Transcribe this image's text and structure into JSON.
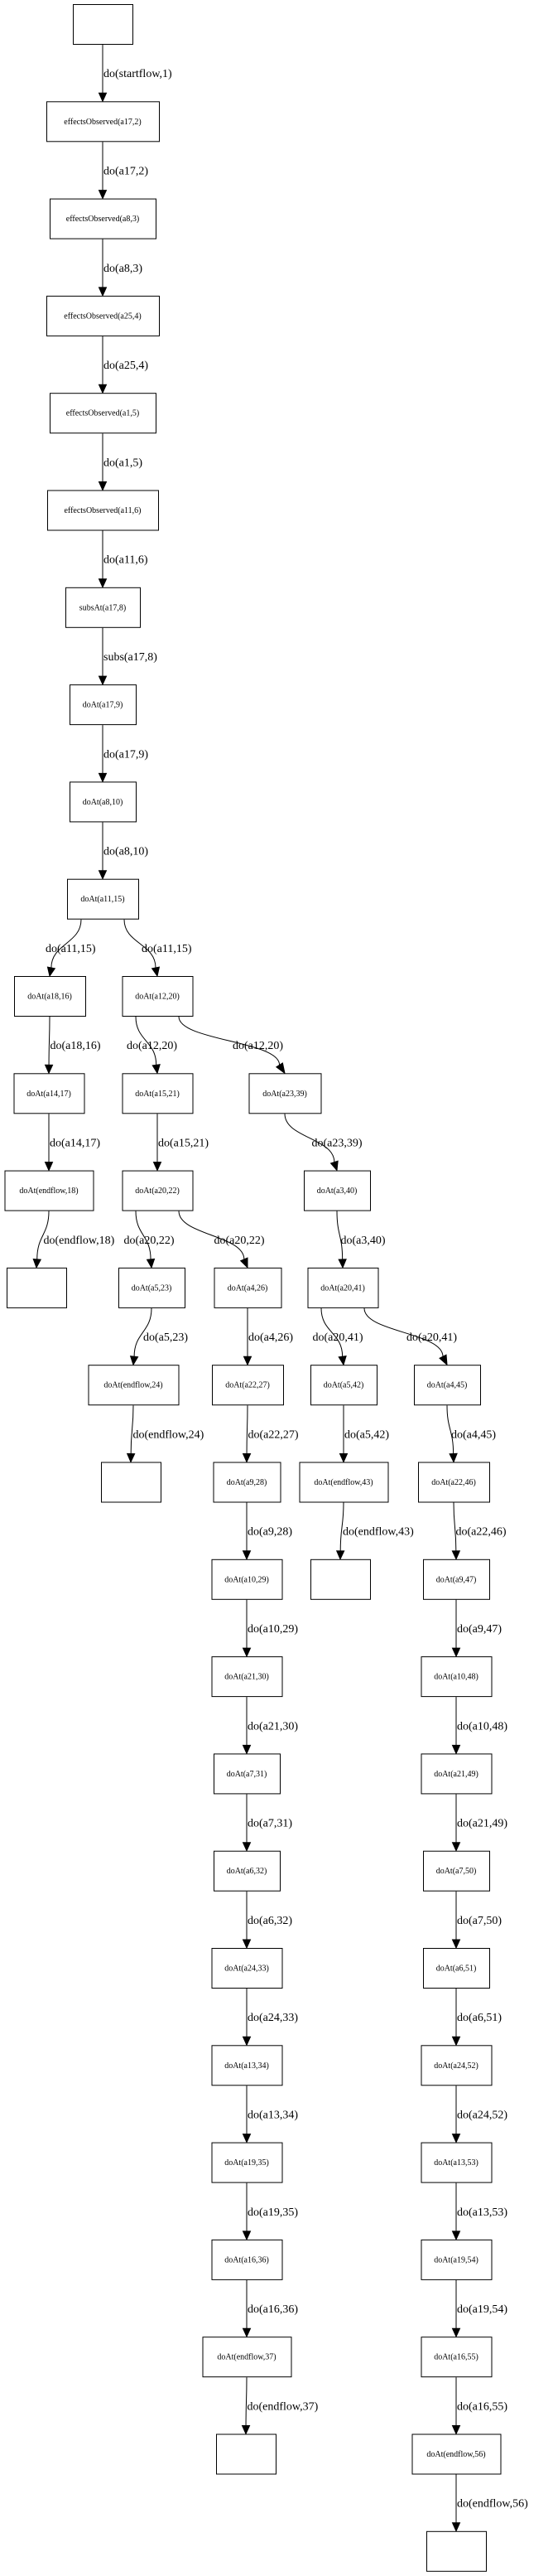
{
  "diagram": {
    "type": "directed-graph",
    "nodes": [
      {
        "id": "n0",
        "label": ""
      },
      {
        "id": "n1",
        "label": "effectsObserved(a17,2)"
      },
      {
        "id": "n2",
        "label": "effectsObserved(a8,3)"
      },
      {
        "id": "n3",
        "label": "effectsObserved(a25,4)"
      },
      {
        "id": "n4",
        "label": "effectsObserved(a1,5)"
      },
      {
        "id": "n5",
        "label": "effectsObserved(a11,6)"
      },
      {
        "id": "n6",
        "label": "subsAt(a17,8)"
      },
      {
        "id": "n7",
        "label": "doAt(a17,9)"
      },
      {
        "id": "n8",
        "label": "doAt(a8,10)"
      },
      {
        "id": "n9",
        "label": "doAt(a11,15)"
      },
      {
        "id": "n10",
        "label": "doAt(a18,16)"
      },
      {
        "id": "n11",
        "label": "doAt(a12,20)"
      },
      {
        "id": "n12",
        "label": "doAt(a14,17)"
      },
      {
        "id": "n13",
        "label": "doAt(a15,21)"
      },
      {
        "id": "n14",
        "label": "doAt(a23,39)"
      },
      {
        "id": "n15",
        "label": "doAt(endflow,18)"
      },
      {
        "id": "n16",
        "label": "doAt(a20,22)"
      },
      {
        "id": "n17",
        "label": "doAt(a3,40)"
      },
      {
        "id": "n18",
        "label": ""
      },
      {
        "id": "n19",
        "label": "doAt(a5,23)"
      },
      {
        "id": "n20",
        "label": "doAt(a4,26)"
      },
      {
        "id": "n21",
        "label": "doAt(a20,41)"
      },
      {
        "id": "n22",
        "label": "doAt(endflow,24)"
      },
      {
        "id": "n23",
        "label": "doAt(a22,27)"
      },
      {
        "id": "n24",
        "label": "doAt(a5,42)"
      },
      {
        "id": "n25",
        "label": "doAt(a4,45)"
      },
      {
        "id": "n26",
        "label": ""
      },
      {
        "id": "n27",
        "label": "doAt(a9,28)"
      },
      {
        "id": "n28",
        "label": "doAt(endflow,43)"
      },
      {
        "id": "n29",
        "label": "doAt(a22,46)"
      },
      {
        "id": "n30",
        "label": "doAt(a10,29)"
      },
      {
        "id": "n31",
        "label": ""
      },
      {
        "id": "n32",
        "label": "doAt(a9,47)"
      },
      {
        "id": "n33",
        "label": "doAt(a21,30)"
      },
      {
        "id": "n34",
        "label": "doAt(a10,48)"
      },
      {
        "id": "n35",
        "label": "doAt(a7,31)"
      },
      {
        "id": "n36",
        "label": "doAt(a21,49)"
      },
      {
        "id": "n37",
        "label": "doAt(a6,32)"
      },
      {
        "id": "n38",
        "label": "doAt(a7,50)"
      },
      {
        "id": "n39",
        "label": "doAt(a24,33)"
      },
      {
        "id": "n40",
        "label": "doAt(a6,51)"
      },
      {
        "id": "n41",
        "label": "doAt(a13,34)"
      },
      {
        "id": "n42",
        "label": "doAt(a24,52)"
      },
      {
        "id": "n43",
        "label": "doAt(a19,35)"
      },
      {
        "id": "n44",
        "label": "doAt(a13,53)"
      },
      {
        "id": "n45",
        "label": "doAt(a16,36)"
      },
      {
        "id": "n46",
        "label": "doAt(a19,54)"
      },
      {
        "id": "n47",
        "label": "doAt(endflow,37)"
      },
      {
        "id": "n48",
        "label": "doAt(a16,55)"
      },
      {
        "id": "n49",
        "label": ""
      },
      {
        "id": "n50",
        "label": "doAt(endflow,56)"
      },
      {
        "id": "n51",
        "label": ""
      }
    ],
    "edges": [
      {
        "from": "n0",
        "to": "n1",
        "label": "do(startflow,1)"
      },
      {
        "from": "n1",
        "to": "n2",
        "label": "do(a17,2)"
      },
      {
        "from": "n2",
        "to": "n3",
        "label": "do(a8,3)"
      },
      {
        "from": "n3",
        "to": "n4",
        "label": "do(a25,4)"
      },
      {
        "from": "n4",
        "to": "n5",
        "label": "do(a1,5)"
      },
      {
        "from": "n5",
        "to": "n6",
        "label": "do(a11,6)"
      },
      {
        "from": "n6",
        "to": "n7",
        "label": "subs(a17,8)"
      },
      {
        "from": "n7",
        "to": "n8",
        "label": "do(a17,9)"
      },
      {
        "from": "n8",
        "to": "n9",
        "label": "do(a8,10)"
      },
      {
        "from": "n9",
        "to": "n10",
        "label": "do(a11,15)"
      },
      {
        "from": "n9",
        "to": "n11",
        "label": "do(a11,15)"
      },
      {
        "from": "n10",
        "to": "n12",
        "label": "do(a18,16)"
      },
      {
        "from": "n11",
        "to": "n13",
        "label": "do(a12,20)"
      },
      {
        "from": "n11",
        "to": "n14",
        "label": "do(a12,20)"
      },
      {
        "from": "n12",
        "to": "n15",
        "label": "do(a14,17)"
      },
      {
        "from": "n13",
        "to": "n16",
        "label": "do(a15,21)"
      },
      {
        "from": "n14",
        "to": "n17",
        "label": "do(a23,39)"
      },
      {
        "from": "n15",
        "to": "n18",
        "label": "do(endflow,18)"
      },
      {
        "from": "n16",
        "to": "n19",
        "label": "do(a20,22)"
      },
      {
        "from": "n16",
        "to": "n20",
        "label": "do(a20,22)"
      },
      {
        "from": "n17",
        "to": "n21",
        "label": "do(a3,40)"
      },
      {
        "from": "n19",
        "to": "n22",
        "label": "do(a5,23)"
      },
      {
        "from": "n20",
        "to": "n23",
        "label": "do(a4,26)"
      },
      {
        "from": "n21",
        "to": "n24",
        "label": "do(a20,41)"
      },
      {
        "from": "n21",
        "to": "n25",
        "label": "do(a20,41)"
      },
      {
        "from": "n22",
        "to": "n26",
        "label": "do(endflow,24)"
      },
      {
        "from": "n23",
        "to": "n27",
        "label": "do(a22,27)"
      },
      {
        "from": "n24",
        "to": "n28",
        "label": "do(a5,42)"
      },
      {
        "from": "n25",
        "to": "n29",
        "label": "do(a4,45)"
      },
      {
        "from": "n27",
        "to": "n30",
        "label": "do(a9,28)"
      },
      {
        "from": "n28",
        "to": "n31",
        "label": "do(endflow,43)"
      },
      {
        "from": "n29",
        "to": "n32",
        "label": "do(a22,46)"
      },
      {
        "from": "n30",
        "to": "n33",
        "label": "do(a10,29)"
      },
      {
        "from": "n32",
        "to": "n34",
        "label": "do(a9,47)"
      },
      {
        "from": "n33",
        "to": "n35",
        "label": "do(a21,30)"
      },
      {
        "from": "n34",
        "to": "n36",
        "label": "do(a10,48)"
      },
      {
        "from": "n35",
        "to": "n37",
        "label": "do(a7,31)"
      },
      {
        "from": "n36",
        "to": "n38",
        "label": "do(a21,49)"
      },
      {
        "from": "n37",
        "to": "n39",
        "label": "do(a6,32)"
      },
      {
        "from": "n38",
        "to": "n40",
        "label": "do(a7,50)"
      },
      {
        "from": "n39",
        "to": "n41",
        "label": "do(a24,33)"
      },
      {
        "from": "n40",
        "to": "n42",
        "label": "do(a6,51)"
      },
      {
        "from": "n41",
        "to": "n43",
        "label": "do(a13,34)"
      },
      {
        "from": "n42",
        "to": "n44",
        "label": "do(a24,52)"
      },
      {
        "from": "n43",
        "to": "n45",
        "label": "do(a19,35)"
      },
      {
        "from": "n44",
        "to": "n46",
        "label": "do(a13,53)"
      },
      {
        "from": "n45",
        "to": "n47",
        "label": "do(a16,36)"
      },
      {
        "from": "n46",
        "to": "n48",
        "label": "do(a19,54)"
      },
      {
        "from": "n47",
        "to": "n49",
        "label": "do(endflow,37)"
      },
      {
        "from": "n48",
        "to": "n50",
        "label": "do(a16,55)"
      },
      {
        "from": "n50",
        "to": "n51",
        "label": "do(endflow,56)"
      }
    ]
  }
}
